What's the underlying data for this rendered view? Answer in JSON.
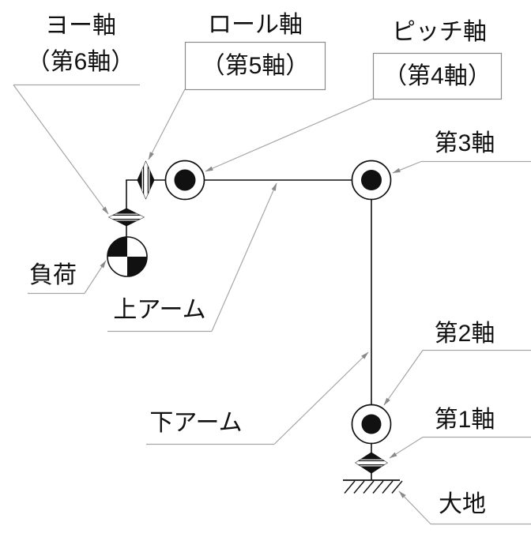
{
  "diagram": {
    "type": "robot-arm-axes-diagram",
    "labels": {
      "yaw_line1": "ヨー軸",
      "yaw_line2": "（第6軸）",
      "roll_line1": "ロール軸",
      "roll_line2": "（第5軸）",
      "pitch_line1": "ピッチ軸",
      "pitch_line2": "（第4軸）",
      "axis3": "第3軸",
      "axis2": "第2軸",
      "axis1": "第1軸",
      "ground": "大地",
      "load": "負荷",
      "upper_arm": "上アーム",
      "lower_arm": "下アーム"
    },
    "symbols": {
      "axis6_yaw_joint": "horizontal-striped-diamond-joint",
      "axis5_roll_joint": "vertical-striped-diamond-joint",
      "axis4_pitch_joint": "circle-with-filled-dot-joint",
      "axis3_joint": "circle-with-filled-dot-joint",
      "axis2_joint": "circle-with-filled-dot-joint",
      "axis1_joint": "horizontal-striped-diamond-joint",
      "load": "quartered-center-of-mass-circle",
      "ground": "hatched-ground-line"
    },
    "colors": {
      "structure": "#111111",
      "leader": "#a6a6a6",
      "arrowhead": "#8a8a8a",
      "box_border": "#8a8a8a",
      "text": "#111111",
      "background": "#ffffff"
    }
  }
}
